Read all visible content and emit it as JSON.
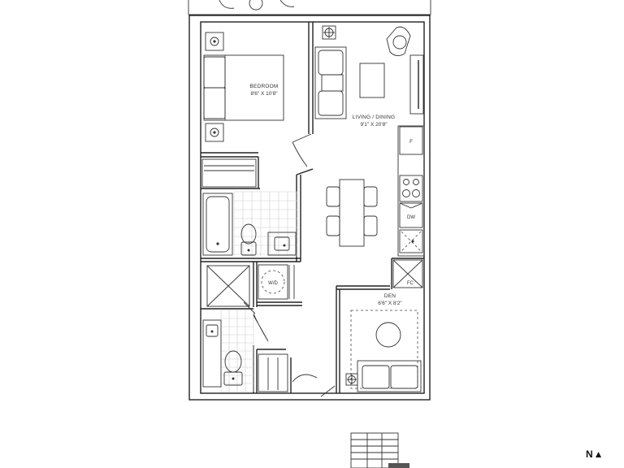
{
  "rooms": {
    "bedroom": {
      "name": "BEDROOM",
      "dims": "8'6\" X 10'8\""
    },
    "living": {
      "name": "LIVING / DINING",
      "dims": "9'1\" X 20'8\""
    },
    "den": {
      "name": "DEN",
      "dims": "6'6\" X 8'2\""
    }
  },
  "appliances": {
    "fridge": "F",
    "dishwasher": "DW",
    "washer_dryer": "W/D",
    "closet": "FC"
  },
  "compass": {
    "label": "N▲"
  }
}
